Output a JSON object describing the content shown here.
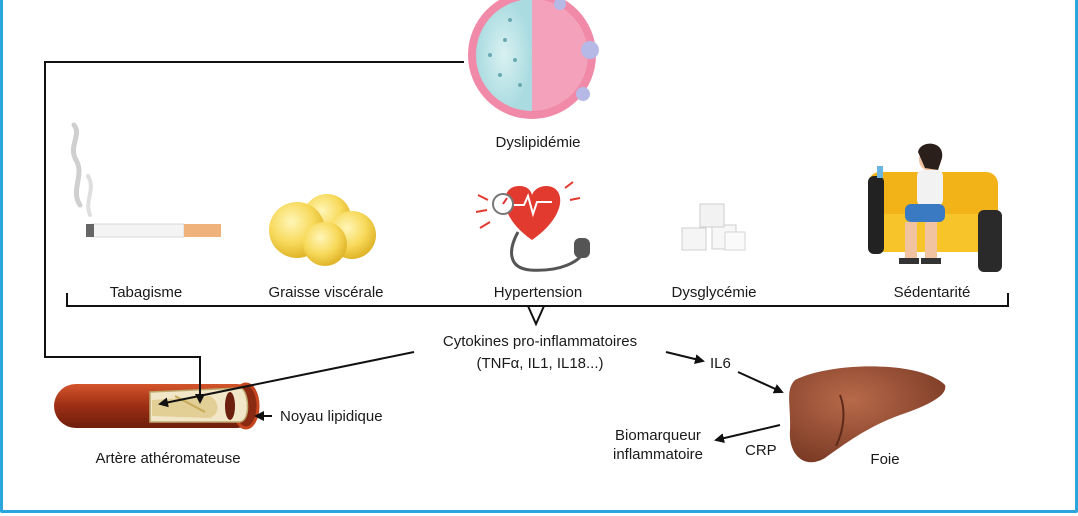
{
  "figure": {
    "frame_color": "#2aa6dc",
    "risk_factors": {
      "dyslipidemia": "Dyslipidémie",
      "smoking": "Tabagisme",
      "visceral_fat": "Graisse viscérale",
      "hypertension": "Hypertension",
      "dysglycemia": "Dysglycémie",
      "sedentary": "Sédentarité"
    },
    "cytokines": {
      "line1": "Cytokines pro-inflammatoires",
      "line2": "(TNFα, IL1, IL18...)"
    },
    "il6": "IL6",
    "crp": "CRP",
    "biomarker": {
      "line1": "Biomarqueur",
      "line2": "inflammatoire"
    },
    "liver": "Foie",
    "artery": "Artère athéromateuse",
    "lipid_core": "Noyau lipidique",
    "icons": [
      "lipoprotein-particle-icon",
      "cigarette-icon",
      "fat-cells-icon",
      "heart-blood-pressure-icon",
      "sugar-cubes-icon",
      "person-on-sofa-icon",
      "liver-icon",
      "artery-icon"
    ]
  }
}
